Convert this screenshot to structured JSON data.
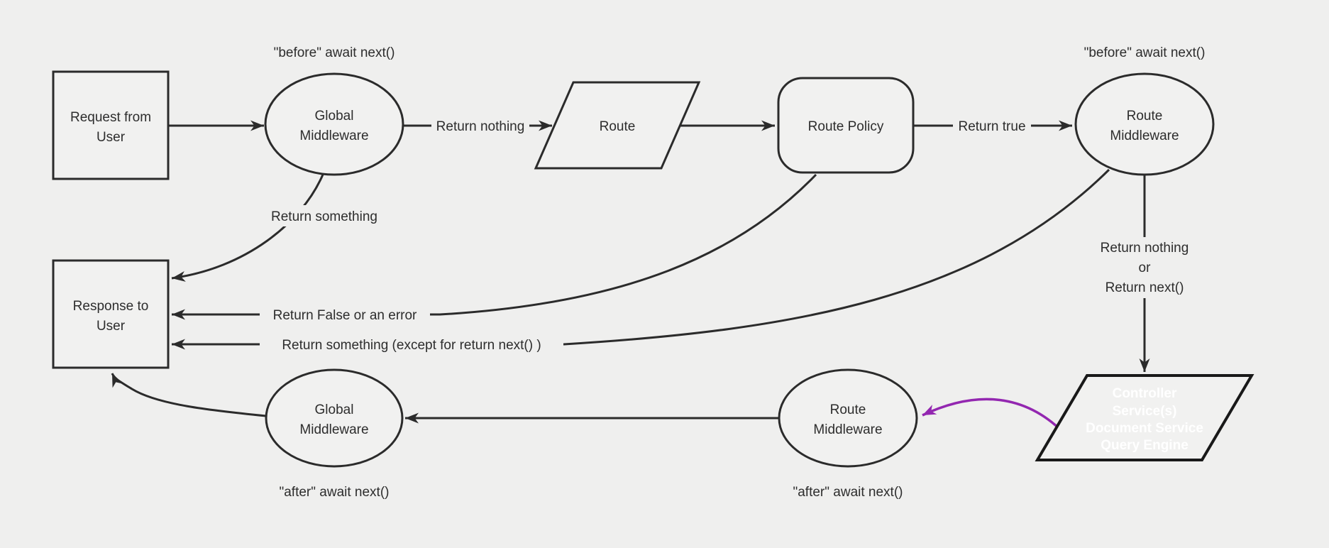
{
  "diagram": {
    "colors": {
      "background": "#efefee",
      "node_fill": "#f1f1f0",
      "node_stroke": "#2b2b2b",
      "edge_stroke": "#2b2b2b",
      "text": "#2d2d2d",
      "purple_fill": "#8b1fa2",
      "purple_border": "#191919",
      "purple_arrow": "#9327b0",
      "controller_text": "#ffffff"
    },
    "nodes": {
      "request": {
        "lines": [
          "Request from",
          "User"
        ]
      },
      "global_middleware_top": {
        "lines": [
          "Global",
          "Middleware"
        ]
      },
      "route": {
        "label": "Route"
      },
      "route_policy": {
        "label": "Route Policy"
      },
      "route_middleware_top": {
        "lines": [
          "Route",
          "Middleware"
        ]
      },
      "response": {
        "lines": [
          "Response to",
          "User"
        ]
      },
      "global_middleware_bottom": {
        "lines": [
          "Global",
          "Middleware"
        ]
      },
      "route_middleware_bottom": {
        "lines": [
          "Route",
          "Middleware"
        ]
      },
      "controller": {
        "lines": [
          "Controller",
          "Service(s)",
          "Document Service",
          "Query Engine"
        ]
      }
    },
    "edge_labels": {
      "before_await_left": "\"before\" await next()",
      "before_await_right": "\"before\" await next()",
      "return_nothing": "Return nothing",
      "return_true": "Return true",
      "return_something": "Return something",
      "return_false_or_error": "Return False or an error",
      "return_something_except": "Return something (except for return next() )",
      "return_nothing_or": [
        "Return nothing",
        "or",
        "Return next()"
      ],
      "after_await_left": "\"after\" await next()",
      "after_await_right": "\"after\" await next()"
    }
  }
}
